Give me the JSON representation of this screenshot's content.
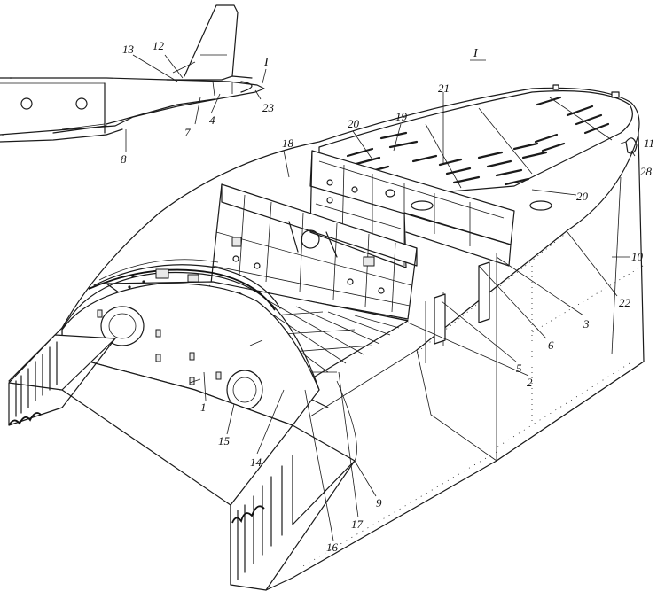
{
  "detail_marker": "I",
  "detail_marker_top": "I",
  "callouts": {
    "c1": "1",
    "c2": "2",
    "c3": "3",
    "c4": "4",
    "c5": "5",
    "c6": "6",
    "c7": "7",
    "c8": "8",
    "c9": "9",
    "c10": "10",
    "c11": "11",
    "c12": "12",
    "c13": "13",
    "c14": "14",
    "c15": "15",
    "c16": "16",
    "c17": "17",
    "c18": "18",
    "c19": "19",
    "c20a": "20",
    "c20b": "20",
    "c21": "21",
    "c22": "22",
    "c23": "23",
    "c28": "28"
  }
}
